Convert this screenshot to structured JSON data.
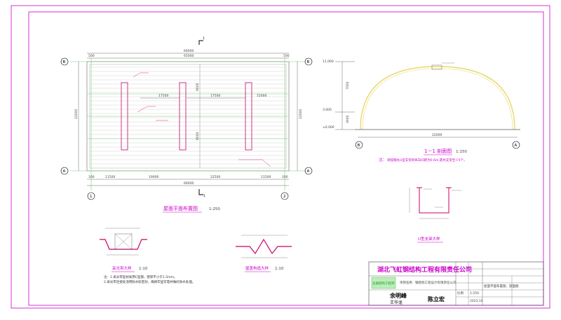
{
  "plan": {
    "title": "屋面平面布置图",
    "scale": "1:250",
    "dim_top_total": "66000",
    "dim_top_left": "500",
    "dim_top_mid": "65000",
    "dim_top_right": "500",
    "dim_bottom_total": "66000",
    "dim_bottom_a": "100",
    "dim_bottom_b": "11500",
    "dim_bottom_c": "19000",
    "dim_bottom_d": "22500",
    "dim_bottom_e": "11500",
    "dim_bottom_f": "100",
    "dim_left": "22000",
    "dim_right": "22000",
    "dim_span1": "17500",
    "dim_span2": "17500",
    "dim_span3": "15000",
    "dim_v1": "9000",
    "dim_v2": "6000",
    "grid_B": "B",
    "grid_A": "A",
    "grid_1": "1",
    "grid_2": "2",
    "cut_mark": "1"
  },
  "section": {
    "title": "1－1 剖面图",
    "scale": "1:150",
    "note_prefix": "注：",
    "note_text": "调弧钢丸U型支架的纵向间距为0.6m,底纹支架至少5个。",
    "elev_top": "11.000",
    "elev_mid": "3.000",
    "elev_base": "±0.000",
    "dim_h1": "7000",
    "dim_h2": "3000",
    "span": "22000",
    "grid_B": "B",
    "grid_A": "A"
  },
  "details": {
    "closing_strip": "采光带大样",
    "closing_scale": "1:10",
    "eave": "屋盖构造大样",
    "eave_scale": "1:10",
    "u_bracket": "U型支架大样",
    "note_1": "注：1.采光带型材采用C型钢，壁厚不小于1.5mm。",
    "note_2": "2.采光带连接处须用防水胶密封，确保牢固可靠并做好防水处理。"
  },
  "title_block": {
    "company": "湖北飞虹钢结构工程有限责任公司",
    "project_label": "项目名称",
    "project": "钢结构工程设计有限责任公司",
    "drawing": "屋面平面布置图、剖面图",
    "scale_label": "比例",
    "scale": "1:250",
    "date": "2023.10",
    "sig1": "余明峰",
    "sig2": "王华龙",
    "sig3": "陈立宏",
    "stamp": "注册结构工程师"
  },
  "colors": {
    "frame": "#cc00cc",
    "grid": "#7ad07a",
    "purlin": "#c8c8c8",
    "arch": "#e8d86a",
    "dim": "#444444",
    "note": "#cc00cc"
  }
}
